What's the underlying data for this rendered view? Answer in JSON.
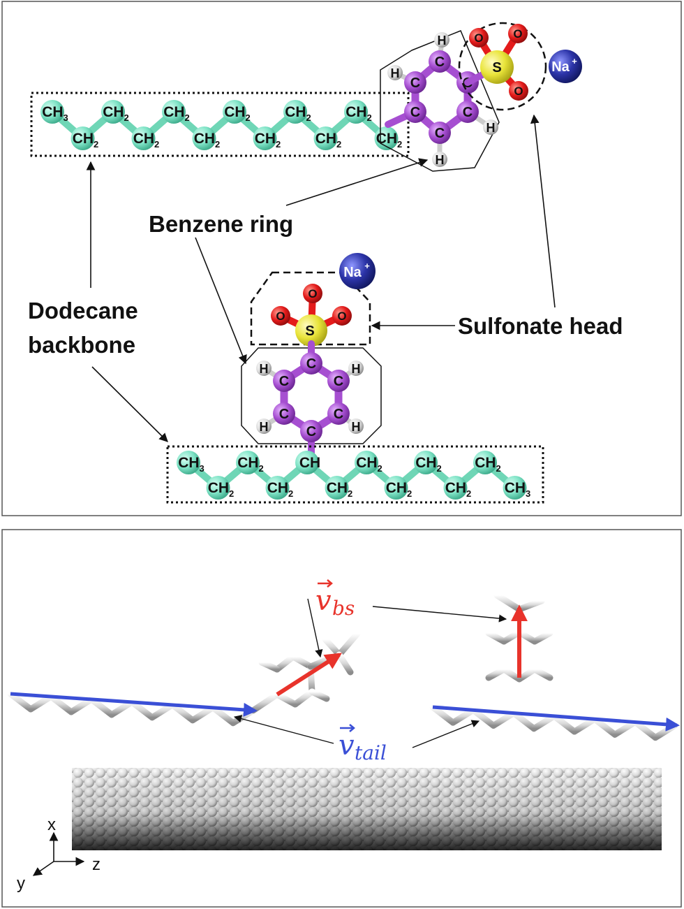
{
  "top_panel": {
    "labels": {
      "benzene_ring": "Benzene ring",
      "dodecane_line1": "Dodecane",
      "dodecane_line2": "backbone",
      "sulfonate_head": "Sulfonate head"
    },
    "atoms": {
      "carbon": "C",
      "hydrogen": "H",
      "sulfur": "S",
      "oxygen": "O",
      "sodium": "Na",
      "sodium_charge": "+",
      "ch_main": "CH",
      "sub2": "2",
      "sub3": "3"
    }
  },
  "bottom_panel": {
    "vectors": {
      "bs_main": "v",
      "bs_sub": "bs",
      "tail_main": "v",
      "tail_sub": "tail"
    },
    "axes": {
      "x": "x",
      "y": "y",
      "z": "z"
    }
  },
  "colors": {
    "backbone": "#7fe3c6",
    "benzene": "#a64fd1",
    "sulfur": "#e9e43a",
    "oxygen": "#e41b1b",
    "sodium": "#2c34a8",
    "hydrogen": "#d9d9d9",
    "vec_bs": "#e8332b",
    "vec_tail": "#3a4fd6",
    "stick": "#e3e3e3"
  }
}
